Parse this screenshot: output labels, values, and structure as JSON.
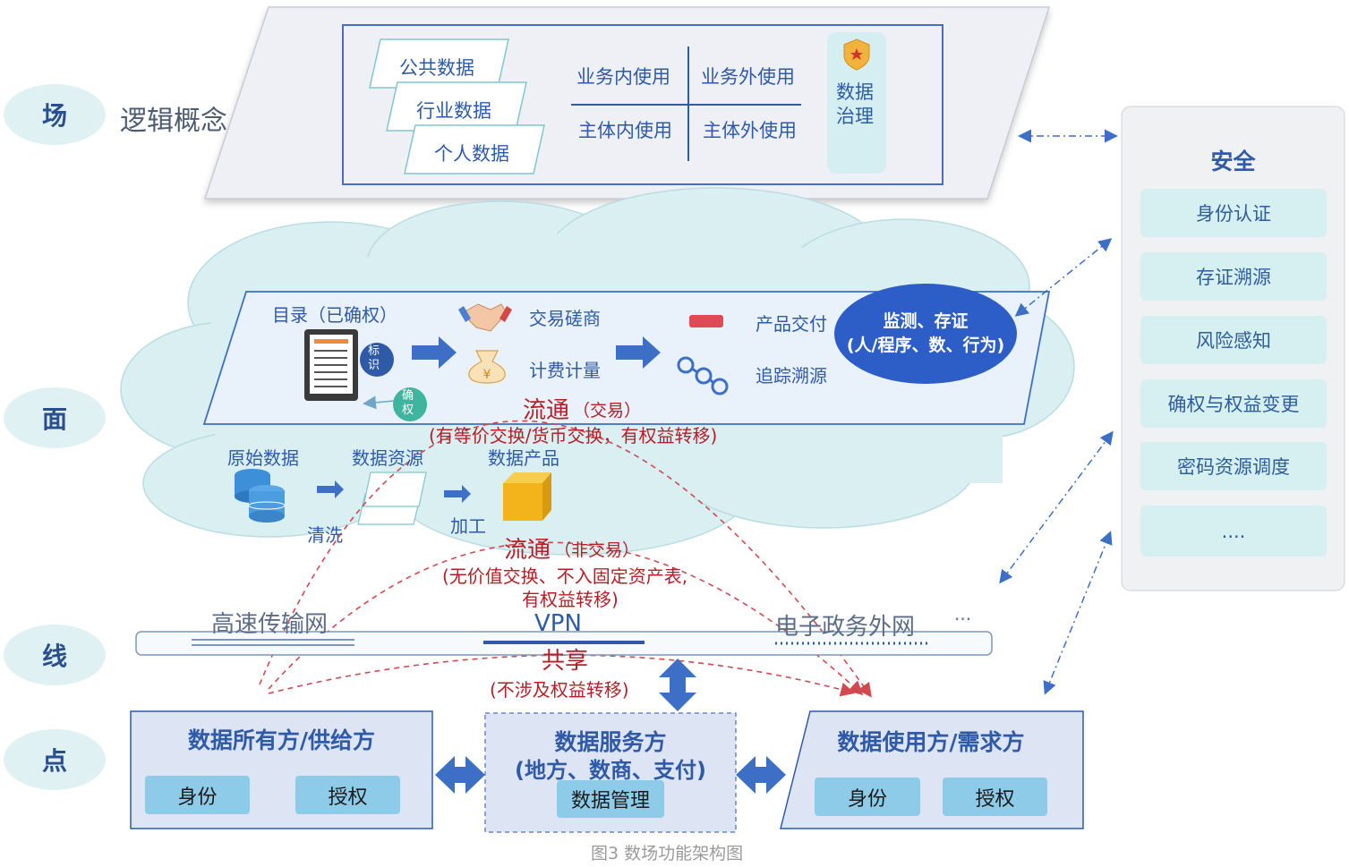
{
  "layers": {
    "chang": "场",
    "mian": "面",
    "xian": "线",
    "dian": "点"
  },
  "scene": {
    "logic_concept": "逻辑概念",
    "public_data": "公共数据",
    "industry_data": "行业数据",
    "personal_data": "个人数据",
    "internal_business": "业务内使用",
    "external_business": "业务外使用",
    "internal_subject": "主体内使用",
    "external_subject": "主体外使用",
    "governance": "数据\n治理"
  },
  "plane": {
    "catalog": "目录（已确权）",
    "tag": "标\n识",
    "confirm": "确\n权",
    "negotiation": "交易磋商",
    "metering": "计费计量",
    "delivery": "产品交付",
    "tracing": "追踪溯源",
    "monitor_line1": "监测、存证",
    "monitor_line2": "(人/程序、数、行为)",
    "raw_data": "原始数据",
    "cleaning": "清洗",
    "data_resource": "数据资源",
    "processing": "加工",
    "data_product": "数据产品",
    "flow_trade_title": "流通",
    "flow_trade_sub": "（交易）",
    "flow_trade_desc": "(有等价交换/货币交换，有权益转移)",
    "flow_nontrade_title": "流通",
    "flow_nontrade_sub": "（非交易）",
    "flow_nontrade_desc1": "(无价值交换、不入固定资产表,",
    "flow_nontrade_desc2": "有权益转移)"
  },
  "line": {
    "highspeed": "高速传输网",
    "vpn": "VPN",
    "egov": "电子政务外网",
    "more": "···",
    "share_title": "共享",
    "share_desc": "(不涉及权益转移)"
  },
  "points": {
    "owner_title": "数据所有方/供给方",
    "owner_identity": "身份",
    "owner_auth": "授权",
    "service_title1": "数据服务方",
    "service_title2": "(地方、数商、支付)",
    "service_mgmt": "数据管理",
    "user_title": "数据使用方/需求方",
    "user_identity": "身份",
    "user_auth": "授权"
  },
  "security": {
    "title": "安全",
    "items": [
      "身份认证",
      "存证溯源",
      "风险感知",
      "确权与权益变更",
      "密码资源调度",
      "...."
    ]
  },
  "caption": "图3 数场功能架构图",
  "colors": {
    "blue_dark": "#2e5aa8",
    "flow_red": "#c0262c",
    "oval": "#dff1f3",
    "button": "#8ecbe8",
    "cloud": "#d9eff2",
    "arrow_blue": "#3d6fc6"
  }
}
